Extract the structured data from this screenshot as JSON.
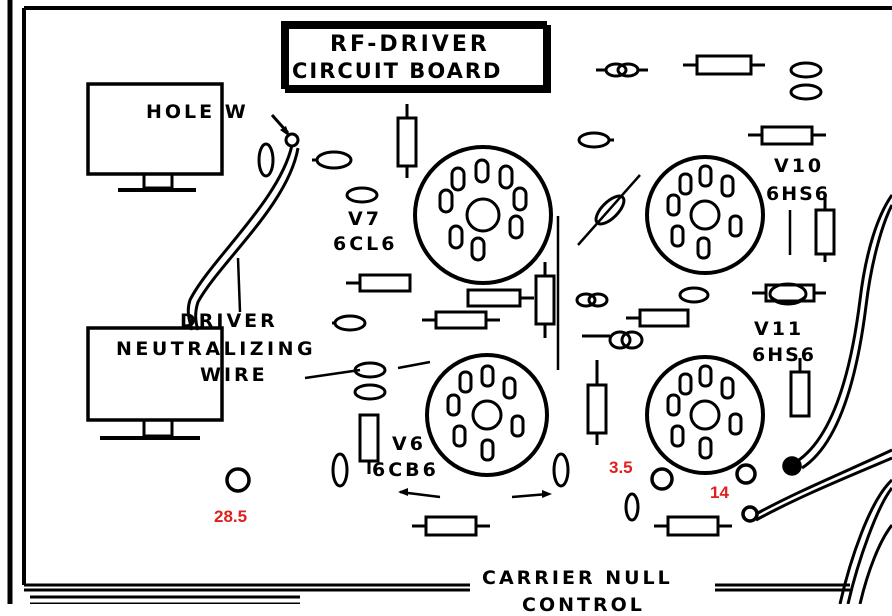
{
  "title_box": {
    "line1": "RF-DRIVER",
    "line2": "CIRCUIT BOARD"
  },
  "labels": {
    "hole_w": "HOLE W",
    "driver_1": "DRIVER",
    "driver_2": "NEUTRALIZING",
    "driver_3": "WIRE",
    "v7_ref": "V7",
    "v7_type": "6CL6",
    "v6_ref": "V6",
    "v6_type": "6CB6",
    "v10_ref": "V10",
    "v10_type": "6HS6",
    "v11_ref": "V11",
    "v11_type": "6HS6",
    "carrier_null": "CARRIER NULL",
    "control": "CONTROL"
  },
  "measurements": {
    "m1": "28.5",
    "m2": "3.5",
    "m3": "14"
  },
  "colors": {
    "ink": "#000000",
    "annotation": "#e0201c"
  }
}
